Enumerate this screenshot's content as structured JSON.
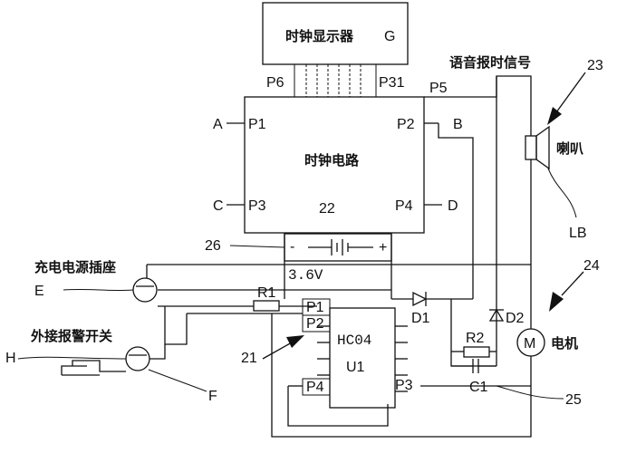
{
  "diagram": {
    "display": {
      "name": "时钟显示器",
      "code": "G"
    },
    "clock_circuit": {
      "name": "时钟电路",
      "number": "22"
    },
    "ports": {
      "p1": "P1",
      "p2": "P2",
      "p3": "P3",
      "p4": "P4",
      "p5": "P5",
      "p6": "P6",
      "p31": "P31"
    },
    "side_labels": {
      "a": "A",
      "b": "B",
      "c": "C",
      "d": "D"
    },
    "voice_signal": "语音报时信号",
    "speaker": {
      "name": "喇叭",
      "ref": "LB",
      "number": "23"
    },
    "motor": {
      "name": "电机",
      "symbol": "M",
      "number": "24"
    },
    "battery": {
      "number": "26",
      "voltage": "3.6V",
      "minus": "-",
      "plus": "+"
    },
    "charge_socket": {
      "name": "充电电源插座",
      "ref": "E"
    },
    "alarm_switch": {
      "name": "外接报警开关",
      "ref": "H",
      "node": "F"
    },
    "ic": {
      "number": "21",
      "type": "HC04",
      "ref": "U1",
      "pins": {
        "p1": "P1",
        "p2": "P2",
        "p3": "P3",
        "p4": "P4"
      }
    },
    "components": {
      "r1": "R1",
      "r2": "R2",
      "d1": "D1",
      "d2": "D2",
      "c1": "C1"
    },
    "ref_25": "25"
  }
}
